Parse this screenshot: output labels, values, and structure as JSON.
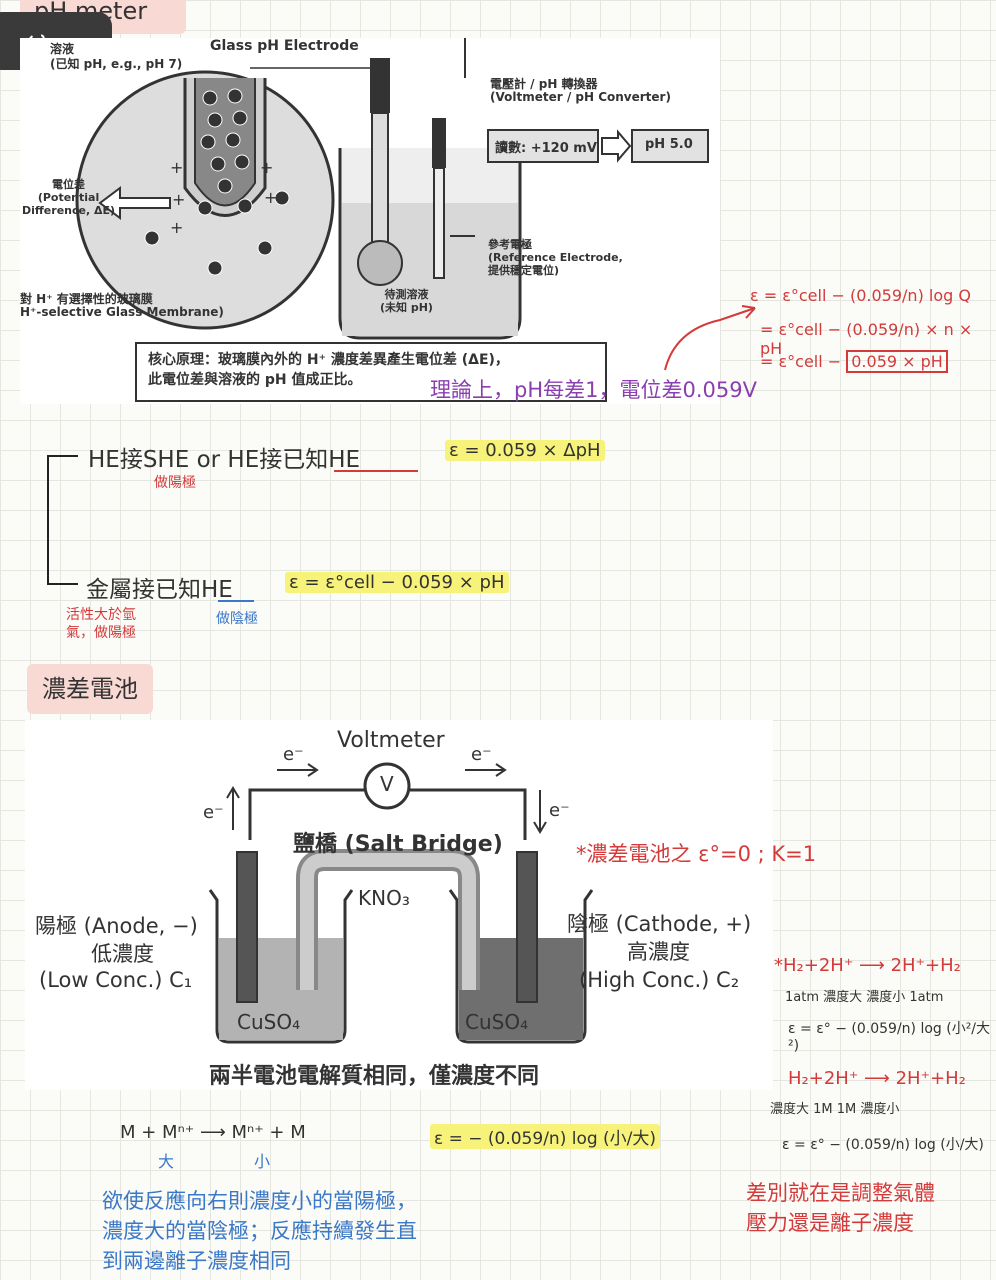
{
  "header_tag": "pH meter",
  "ph_figure": {
    "top_left_label": "溶液\n(已知 pH, e.g., pH 7)",
    "glass_electrode": "Glass pH Electrode",
    "voltmeter_label": "電壓計 / pH 轉換器\n(Voltmeter / pH Converter)",
    "reading": "讀數: +120 mV",
    "ph_value": "pH 5.0",
    "potential_diff": "電位差\n(Potential\nDifference, ΔE)",
    "ref_electrode": "參考電極\n(Reference Electrode,\n提供穩定電位)",
    "test_solution": "待測溶液\n(未知 pH)",
    "membrane": "對 H⁺ 有選擇性的玻璃膜\nH⁺-selective Glass Membrane)",
    "principle": "核心原理：玻璃膜內外的 H⁺ 濃度差異產生電位差 (ΔE)，\n此電位差與溶液的 pH 值成正比。"
  },
  "theory_note": "理論上，pH每差1，電位差0.059V",
  "nernst": {
    "line1": "ε = ε°cell − (0.059/n) log Q",
    "line2": "= ε°cell − (0.059/n) × n × pH",
    "line3_prefix": "= ε°cell − ",
    "line3_box": "0.059 × pH"
  },
  "branch1": {
    "text": "HE接SHE  or  HE接已知HE",
    "sub": "做陽極",
    "formula": "ε = 0.059 × ΔpH"
  },
  "branch2": {
    "text": "金屬接已知HE",
    "sub_left": "活性大於氫\n氣，做陽極",
    "sub_right": "做陰極",
    "formula": "ε = ε°cell − 0.059 × pH"
  },
  "section_tag": "濃差電池",
  "conc_figure": {
    "voltmeter": "Voltmeter",
    "v_symbol": "V",
    "electron": "e⁻",
    "salt_bridge": "鹽橋 (Salt Bridge)",
    "kno3": "KNO₃",
    "anode": "陽極 (Anode, −)",
    "anode_conc": "低濃度",
    "anode_conc_en": "(Low Conc.) C₁",
    "cathode": "陰極 (Cathode, +)",
    "cathode_conc": "高濃度",
    "cathode_conc_en": "(High Conc.) C₂",
    "cuso4_left": "CuSO₄",
    "cuso4_right": "CuSO₄",
    "caption": "兩半電池電解質相同，僅濃度不同"
  },
  "conc_note": "*濃差電池之 ε°=0 ; K=1",
  "gas_notes": {
    "r1": "*H₂+2H⁺ ⟶ 2H⁺+H₂",
    "r1_sub": "1atm  濃度大   濃度小  1atm",
    "e1": "ε = ε° − (0.059/n) log (小²/大²)",
    "r2": "H₂+2H⁺ ⟶ 2H⁺+H₂",
    "r2_sub": "濃度大 1M        1M 濃度小",
    "e2": "ε = ε° − (0.059/n) log (小/大)",
    "diff": "差別就在是調整氣體\n壓力還是離子濃度"
  },
  "bottom": {
    "reaction": "M + Mⁿ⁺ ⟶ Mⁿ⁺ + M",
    "big": "大",
    "small": "小",
    "formula": "ε = − (0.059/n) log (小/大)",
    "explain": "欲使反應向右則濃度小的當陽極，\n濃度大的當陰極；反應持續發生直\n到兩邊離子濃度相同"
  }
}
